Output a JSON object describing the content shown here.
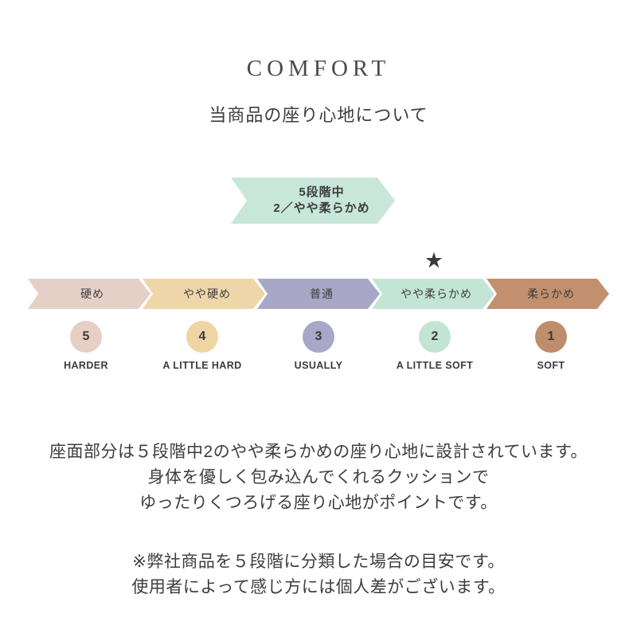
{
  "page": {
    "title": "COMFORT",
    "subtitle": "当商品の座り心地について"
  },
  "banner": {
    "line1": "5段階中",
    "line2": "2／やや柔らかめ",
    "color": "#c9e6db"
  },
  "scale": {
    "star_icon": "★",
    "star_color": "#3b3b3b",
    "levels": [
      {
        "label": "硬め",
        "number": "5",
        "english": "HARDER",
        "segment_color": "#e5d0c8",
        "circle_color": "#e7cfc6",
        "starred": false
      },
      {
        "label": "やや硬め",
        "number": "4",
        "english": "A LITTLE HARD",
        "segment_color": "#eed6a9",
        "circle_color": "#efd5a3",
        "starred": false
      },
      {
        "label": "普通",
        "number": "3",
        "english": "USUALLY",
        "segment_color": "#a9a7c6",
        "circle_color": "#a9a7c8",
        "starred": false
      },
      {
        "label": "やや柔らかめ",
        "number": "2",
        "english": "A LITTLE SOFT",
        "segment_color": "#c3e5d6",
        "circle_color": "#c2e4d4",
        "starred": true
      },
      {
        "label": "柔らかめ",
        "number": "1",
        "english": "SOFT",
        "segment_color": "#c3906f",
        "circle_color": "#bf8c6c",
        "starred": false
      }
    ]
  },
  "description": {
    "lines": [
      "座面部分は５段階中2のやや柔らかめの座り心地に設計されています。",
      "身体を優しく包み込んでくれるクッションで",
      "ゆったりくつろげる座り心地がポイントです。"
    ]
  },
  "footnote": {
    "lines": [
      "※弊社商品を５段階に分類した場合の目安です。",
      "使用者によって感じ方には個人差がございます。"
    ]
  }
}
